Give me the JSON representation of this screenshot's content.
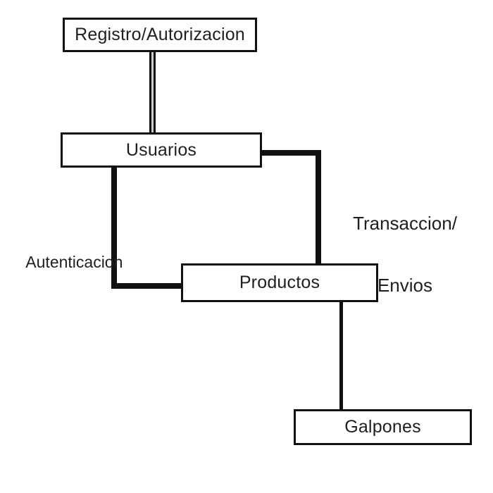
{
  "diagram": {
    "title": "",
    "nodes": [
      {
        "id": "registro",
        "label": "Registro/Autorizacion"
      },
      {
        "id": "usuarios",
        "label": "Usuarios"
      },
      {
        "id": "productos",
        "label": "Productos"
      },
      {
        "id": "galpones",
        "label": "Galpones"
      }
    ],
    "edges": [
      {
        "from": "Registro/Autorizacion",
        "to": "Usuarios",
        "style": "double-line",
        "label": ""
      },
      {
        "from": "Usuarios",
        "to": "Productos",
        "style": "thick-elbow",
        "label": "Transaccion/Envios"
      },
      {
        "from": "Usuarios",
        "to": "Productos",
        "style": "thick-elbow",
        "label": "Autenticacion"
      },
      {
        "from": "Productos",
        "to": "Galpones",
        "style": "medium-line",
        "label": ""
      }
    ],
    "edge_labels": {
      "transaccion_line1": "Transaccion/",
      "transaccion_line2": "Envios",
      "autenticacion": "Autenticacion"
    },
    "colors": {
      "line": "#111111",
      "text": "#1f1f1f",
      "background": "#ffffff",
      "double_line_gap": "#cccccc"
    }
  }
}
